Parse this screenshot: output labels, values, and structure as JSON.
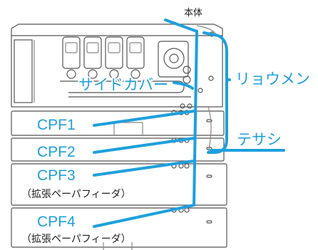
{
  "labels": {
    "honntai": "本体",
    "side_cover": "サイドカバー",
    "ryoumen": "リョウメン",
    "tesashi": "テサシ",
    "cpf1": "CPF1",
    "cpf2": "CPF2",
    "cpf3": "CPF3",
    "cpf3_sub": "（拡張ペーパフィーダ）",
    "cpf4": "CPF4",
    "cpf4_sub": "（拡張ペーパフィーダ）"
  },
  "colors": {
    "accent": "#1ea0dc",
    "outline": "#555555",
    "text": "#222222"
  }
}
